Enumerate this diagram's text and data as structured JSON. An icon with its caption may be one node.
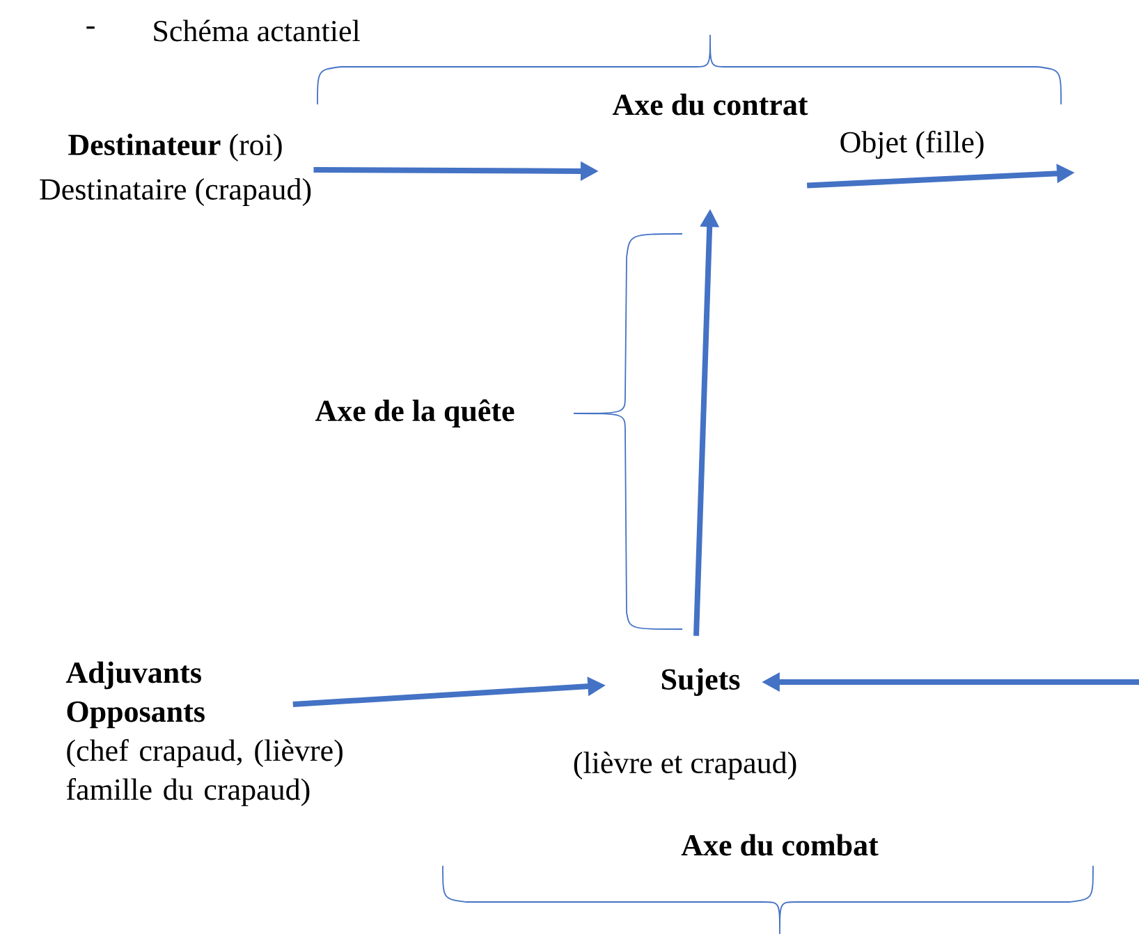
{
  "diagram": {
    "nodes": [
      {
        "text": [
          "**Destinateur** (roi)",
          "Destinataire (crapaud)"
        ]
      },
      {
        "text": [
          "Objet (fille)"
        ]
      },
      {
        "text": [
          "Sujets"
        ],
        "beside": [
          "(lièvre et crapaud)"
        ]
      },
      {
        "text": [
          "Adjuvants",
          "Opposants",
          "(chef crapaud, (lièvre) famille du crapaud)"
        ]
      }
    ],
    "edges": [
      {
        "from": 0,
        "to": null,
        "arrow": "to"
      },
      {
        "from": 1,
        "to": null,
        "arrow": "to"
      },
      {
        "from": 2,
        "to": null,
        "arrow": "to"
      },
      {
        "from": 3,
        "to": 2,
        "arrow": "to"
      },
      {
        "from": null,
        "to": 2,
        "arrow": "to"
      }
    ],
    "labels": [
      "-",
      "Schéma actantiel",
      "Axe du contrat",
      "Axe de la quête",
      "Axe du combat"
    ]
  }
}
